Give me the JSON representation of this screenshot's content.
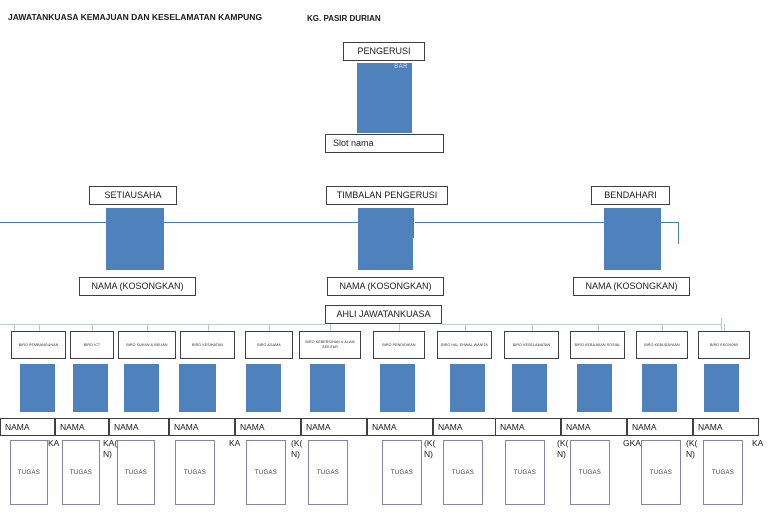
{
  "document": {
    "title": "JAWATANKUASA KEMAJUAN DAN KESELAMATAN KAMPUNG",
    "subtitle": "KG. PASIR DURIAN"
  },
  "chairman": {
    "role_label": "PENGERUSI",
    "shape_tag": "BAR",
    "name_slot": "Slot nama"
  },
  "officers": [
    {
      "role_label": "SETIAUSAHA",
      "name_label": "NAMA (KOSONGKAN)"
    },
    {
      "role_label": "TIMBALAN PENGERUSI",
      "name_label": "NAMA (KOSONGKAN)"
    },
    {
      "role_label": "BENDAHARI",
      "name_label": "NAMA (KOSONGKAN)"
    }
  ],
  "members_header": "AHLI JAWATANKUASA",
  "common": {
    "name_label": "NAMA",
    "task_label": "TUGAS",
    "name_overflow_full": "NAMA (KOSONGKAN)"
  },
  "bureaus": [
    {
      "label": "BIRO PEMBANGUNAN",
      "name": "NAMA",
      "task": "TUGAS",
      "overflow": "KA"
    },
    {
      "label": "BIRO ICT",
      "name": "NAMA",
      "task": "TUGAS",
      "overflow": "KA(K\nN)"
    },
    {
      "label": "BIRO SUKAN & BELIAN",
      "name": "NAMA",
      "task": "TUGAS",
      "overflow": ""
    },
    {
      "label": "BIRO KESIHATAN",
      "name": "NAMA",
      "task": "TUGAS",
      "overflow": "KA"
    },
    {
      "label": "BIRO AGAMA",
      "name": "NAMA",
      "task": "TUGAS",
      "overflow": "(K(\nN)"
    },
    {
      "label": "BIRO KEBERSIHAN & ALAM SEKITAR",
      "name": "NAMA",
      "task": "TUGAS",
      "overflow": ""
    },
    {
      "label": "BIRO PENDIDIKAN",
      "name": "NAMA",
      "task": "TUGAS",
      "overflow": "(K(\nN)"
    },
    {
      "label": "BIRO HAL EHWAL WANITA",
      "name": "NAMA",
      "task": "TUGAS",
      "overflow": ""
    },
    {
      "label": "BIRO KESELAMATAN",
      "name": "NAMA",
      "task": "TUGAS",
      "overflow": "(K(\nN)"
    },
    {
      "label": "BIRO KEBAJIKAN SOSIAL",
      "name": "NAMA",
      "task": "TUGAS",
      "overflow": "GKA"
    },
    {
      "label": "BIRO KEBUDAYAAN",
      "name": "NAMA",
      "task": "TUGAS",
      "overflow": "(K(\nN)"
    },
    {
      "label": "BIRO EKONOMI",
      "name": "NAMA",
      "task": "TUGAS",
      "overflow": "KA"
    }
  ],
  "colors": {
    "shape_fill": "#4f81bd",
    "shape_stroke": "#3d6fa8",
    "connector": "#4a7ebb",
    "task_border": "#8b7fae",
    "box_border": "#3f3f3f"
  }
}
